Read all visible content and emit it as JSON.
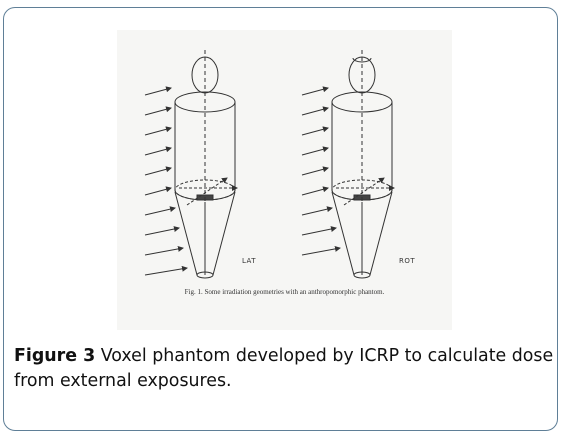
{
  "figure": {
    "label_lat": "LAT",
    "label_rot": "ROT",
    "inner_caption": "Fig. 1. Some irradiation geometries with an anthropomorphic phantom."
  },
  "caption": {
    "label": "Figure 3",
    "text": " Voxel phantom developed by ICRP to calculate dose from external exposures."
  }
}
